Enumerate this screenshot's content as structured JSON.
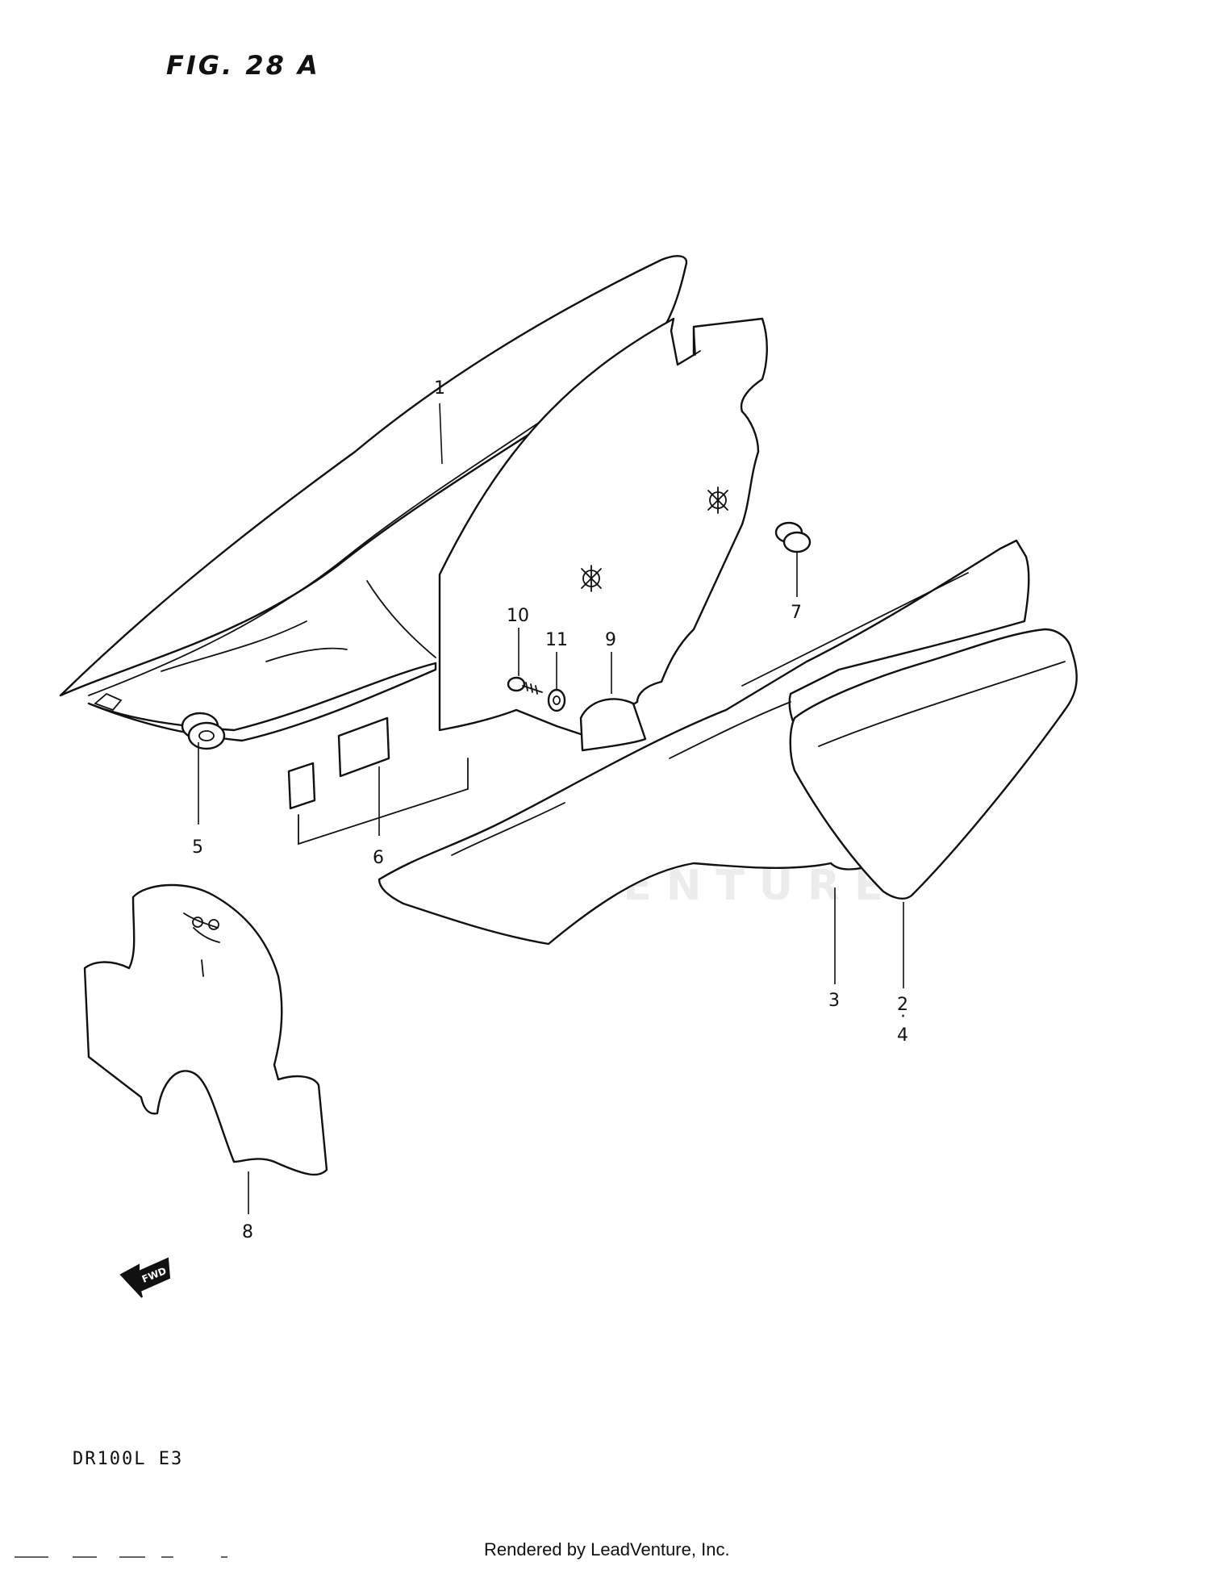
{
  "figure": {
    "title": "FIG. 28 A",
    "model": "DR100L  E3",
    "credit": "Rendered by LeadVenture, Inc.",
    "watermark": "LEADVENTURE",
    "fwd_label": "FWD"
  },
  "callouts": [
    {
      "id": "1",
      "label": "1"
    },
    {
      "id": "2",
      "label": "2"
    },
    {
      "id": "3",
      "label": "3"
    },
    {
      "id": "4",
      "label": "4"
    },
    {
      "id": "5",
      "label": "5"
    },
    {
      "id": "6",
      "label": "6"
    },
    {
      "id": "7",
      "label": "7"
    },
    {
      "id": "8",
      "label": "8"
    },
    {
      "id": "9",
      "label": "9"
    },
    {
      "id": "10",
      "label": "10"
    },
    {
      "id": "11",
      "label": "11"
    }
  ],
  "colors": {
    "line": "#111111",
    "background": "#ffffff",
    "watermark": "#ececec"
  }
}
